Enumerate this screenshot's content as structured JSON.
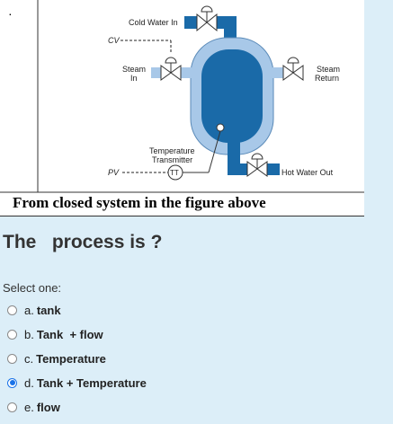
{
  "figure": {
    "bullet": "·",
    "labels": {
      "cold_water_in": "Cold Water In",
      "cv": "CV",
      "steam_in_1": "Steam",
      "steam_in_2": "In",
      "steam_return_1": "Steam",
      "steam_return_2": "Return",
      "transmitter_1": "Temperature",
      "transmitter_2": "Transmitter",
      "pv": "PV",
      "tt": "TT",
      "hot_water_out": "Hot Water Out"
    },
    "colors": {
      "tank_outer": "#a8c8e8",
      "tank_inner": "#1a6aa8",
      "pipe": "#1a6aa8"
    },
    "caption": "From closed system in the figure above"
  },
  "question": {
    "text": "The   process is ?",
    "select_label": "Select one:",
    "options": [
      {
        "letter": "a.",
        "text": "tank",
        "selected": false
      },
      {
        "letter": "b.",
        "text": "Tank  + flow",
        "selected": false
      },
      {
        "letter": "c.",
        "text": "Temperature",
        "selected": false
      },
      {
        "letter": "d.",
        "text": "Tank + Temperature",
        "selected": true
      },
      {
        "letter": "e.",
        "text": "flow",
        "selected": false
      }
    ]
  }
}
